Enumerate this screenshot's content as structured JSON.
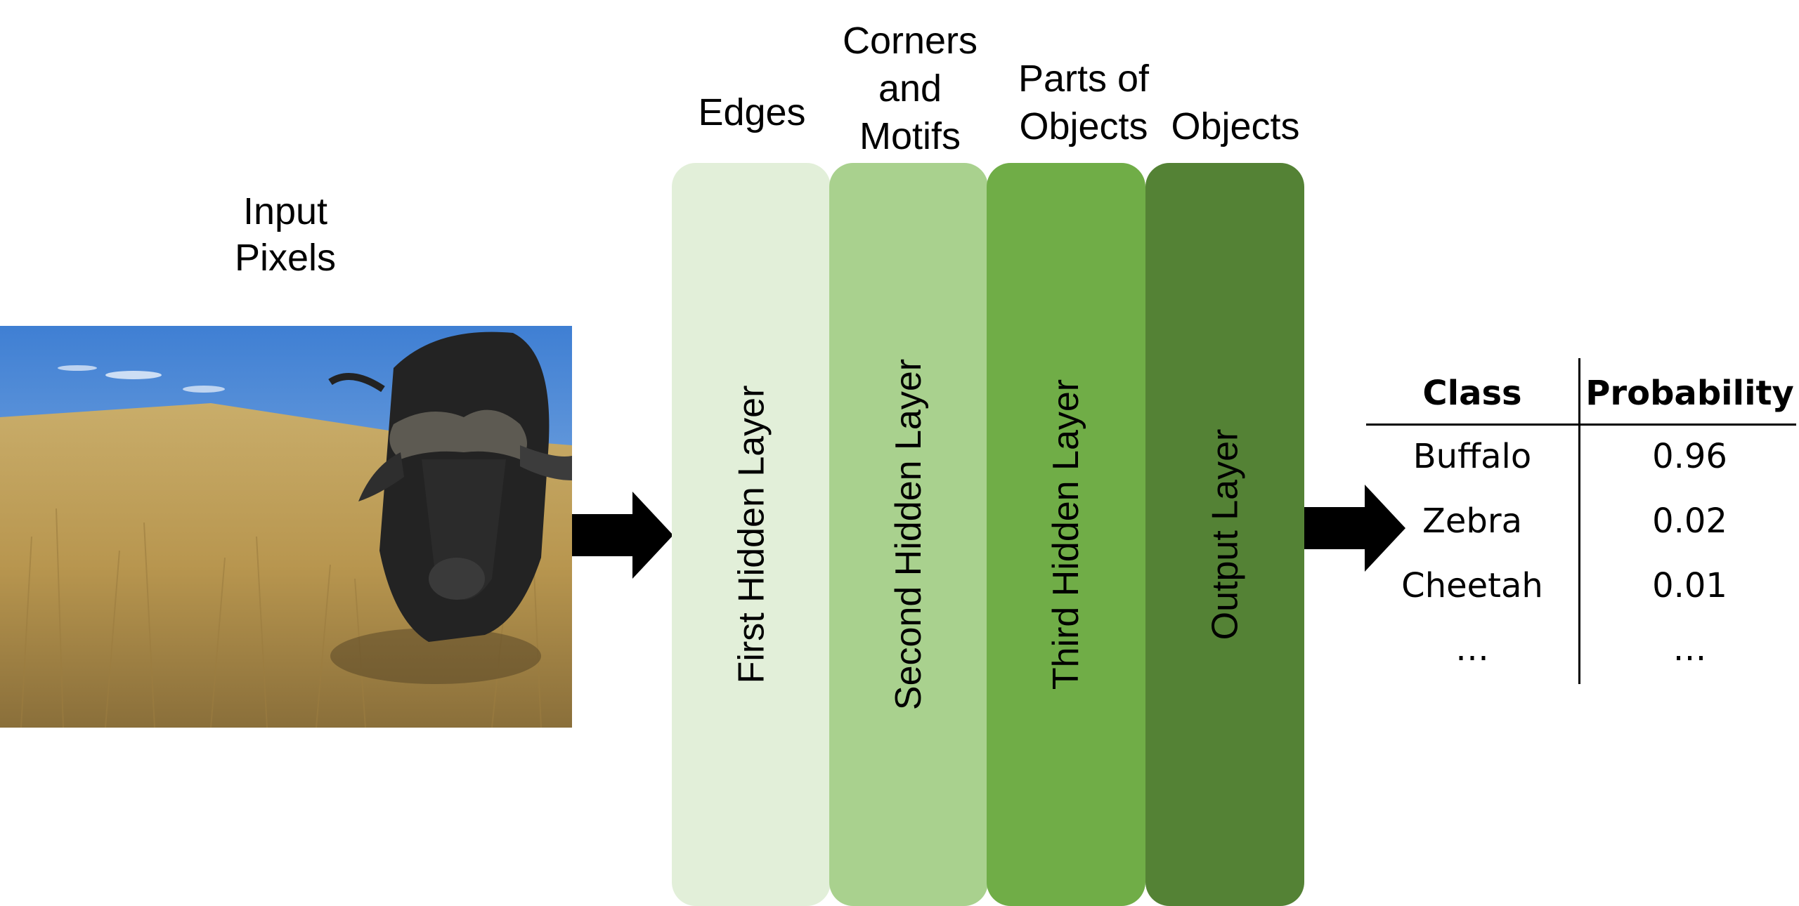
{
  "input": {
    "title_line1": "Input",
    "title_line2": "Pixels"
  },
  "layers": [
    {
      "title_lines": [
        "Edges"
      ],
      "label": "First Hidden Layer",
      "color": "#e2efd9"
    },
    {
      "title_lines": [
        "Corners",
        "and",
        "Motifs"
      ],
      "label": "Second Hidden Layer",
      "color": "#a9d18e"
    },
    {
      "title_lines": [
        "Parts of",
        "Objects"
      ],
      "label": "Third Hidden Layer",
      "color": "#70ad47"
    },
    {
      "title_lines": [
        "Objects"
      ],
      "label": "Output  Layer",
      "color": "#548235"
    }
  ],
  "table": {
    "headers": [
      "Class",
      "Probability"
    ],
    "rows": [
      [
        "Buffalo",
        "0.96"
      ],
      [
        "Zebra",
        "0.02"
      ],
      [
        "Cheetah",
        "0.01"
      ],
      [
        "…",
        "…"
      ]
    ]
  }
}
